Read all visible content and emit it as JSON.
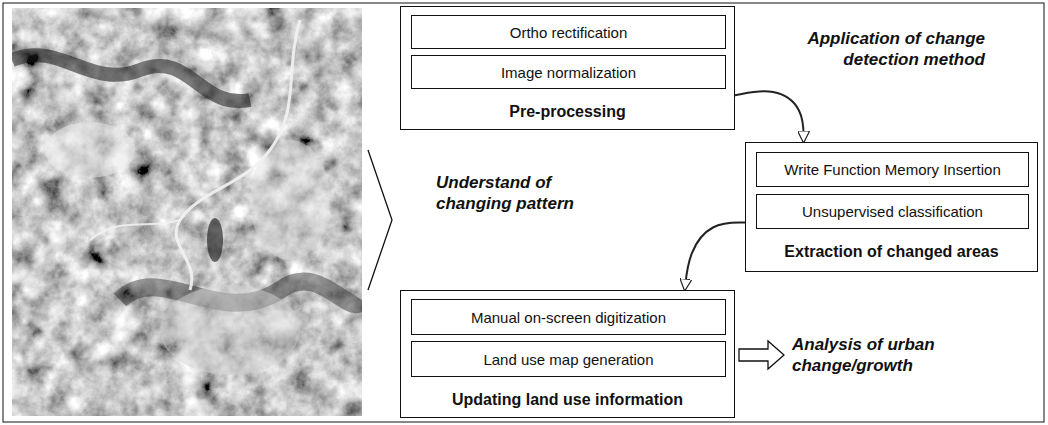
{
  "diagram": {
    "nodes": [
      {
        "text": [
          "Pre-processing"
        ]
      },
      {
        "text": [
          "Ortho rectification"
        ],
        "in": 0
      },
      {
        "text": [
          "Image normalization"
        ],
        "in": 0
      },
      {
        "text": [
          "Extraction of changed areas"
        ]
      },
      {
        "text": [
          "Write Function Memory Insertion"
        ],
        "in": 3
      },
      {
        "text": [
          "Unsupervised classification"
        ],
        "in": 3
      },
      {
        "text": [
          "Updating land use information"
        ]
      },
      {
        "text": [
          "Manual on-screen digitization"
        ],
        "in": 6
      },
      {
        "text": [
          "Land use map generation"
        ],
        "in": 6
      }
    ],
    "edges": [
      {
        "from": 0,
        "to": 3,
        "arrow": "to",
        "label": "Application of change detection method"
      },
      {
        "from": 3,
        "to": 6,
        "arrow": "to",
        "label": "Understand of changing pattern"
      }
    ],
    "labels": [
      "Analysis of urban change/growth"
    ]
  }
}
